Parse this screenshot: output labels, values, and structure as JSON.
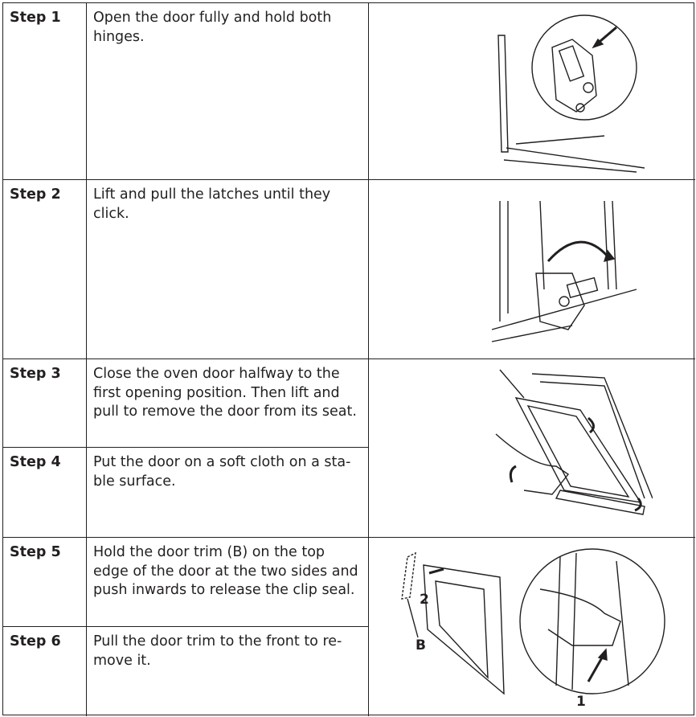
{
  "steps": [
    {
      "label": "Step 1",
      "text": "Open the door fully and hold both hinges."
    },
    {
      "label": "Step 2",
      "text": "Lift and pull the latches until they click."
    },
    {
      "label": "Step 3",
      "text": "Close the oven door halfway to the first opening position. Then lift and pull to remove the door from its seat."
    },
    {
      "label": "Step 4",
      "text": "Put the door on a soft cloth on a sta-ble surface."
    },
    {
      "label": "Step 5",
      "text": "Hold the door trim (B) on the top edge of the door at the two sides and push inwards to release the clip seal."
    },
    {
      "label": "Step 6",
      "text": "Pull the door trim to the front to re-move it."
    }
  ],
  "figure_labels": {
    "trim": "B",
    "arrow1": "1",
    "arrow2": "2"
  }
}
